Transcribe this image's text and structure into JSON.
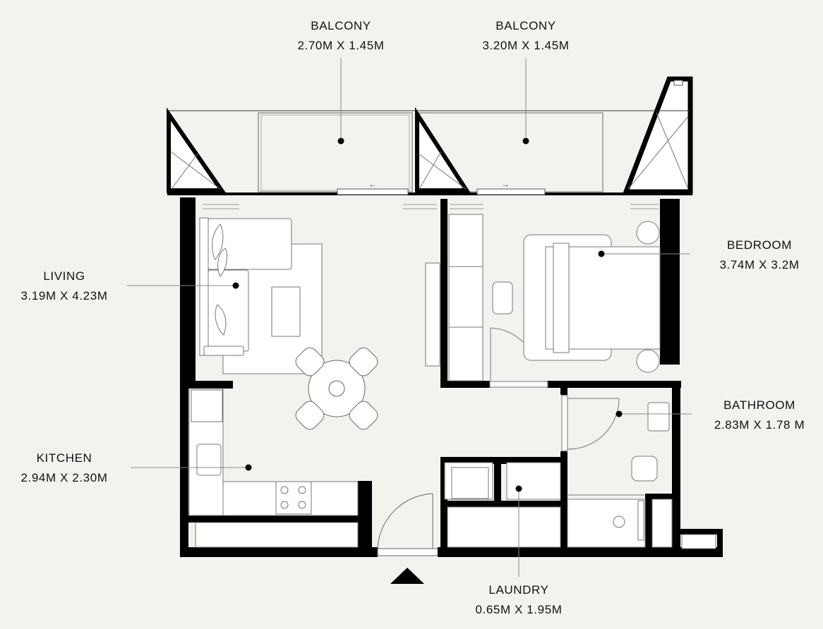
{
  "floor_plan": {
    "background_color": "#f3f2ee",
    "wall_color": "#000000",
    "room_fill_color": "#ffffff",
    "rooms": [
      {
        "id": "balcony-1",
        "name": "BALCONY",
        "dimensions": "2.70M X 1.45M"
      },
      {
        "id": "balcony-2",
        "name": "BALCONY",
        "dimensions": "3.20M X 1.45M"
      },
      {
        "id": "living",
        "name": "LIVING",
        "dimensions": "3.19M X 4.23M"
      },
      {
        "id": "bedroom",
        "name": "BEDROOM",
        "dimensions": "3.74M X 3.2M"
      },
      {
        "id": "bathroom",
        "name": "BATHROOM",
        "dimensions": "2.83M X 1.78 M"
      },
      {
        "id": "kitchen",
        "name": "KITCHEN",
        "dimensions": "2.94M X 2.30M"
      },
      {
        "id": "laundry",
        "name": "LAUNDRY",
        "dimensions": "0.65M X 1.95M"
      }
    ],
    "balcony_sliding_arrows": [
      "←",
      "→"
    ],
    "entrance_marker": "triangle-up"
  }
}
